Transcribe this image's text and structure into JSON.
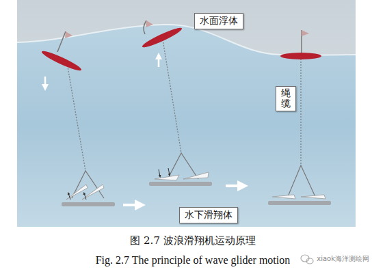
{
  "diagram": {
    "caption": "图 2.7  波浪滑翔机运动原理",
    "nodes": [
      {
        "text": [
          "水面浮体"
        ]
      },
      {
        "text": [
          "绳缆"
        ]
      },
      {
        "text": [
          "水下滑翔体"
        ]
      }
    ],
    "labels": [
      "Fig. 2.7 The principle of wave glider motion",
      "xiaok海洋测绘网"
    ]
  }
}
